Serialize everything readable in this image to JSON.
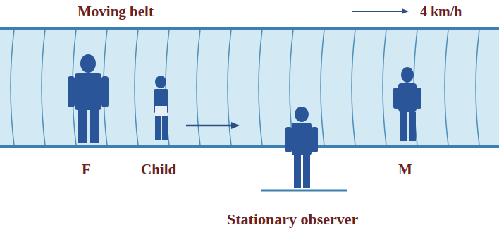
{
  "diagram": {
    "labels": [
      "Moving belt",
      "4 km/h",
      "F",
      "Child",
      "M",
      "Stationary observer"
    ]
  }
}
